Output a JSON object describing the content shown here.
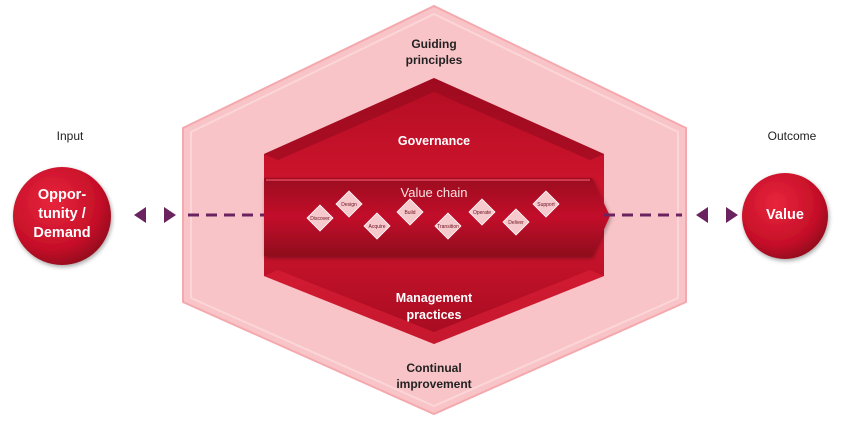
{
  "input": {
    "heading": "Input",
    "circle": [
      "Oppor-",
      "tunity /",
      "Demand"
    ]
  },
  "outcome": {
    "heading": "Outcome",
    "circle": "Value"
  },
  "outer_hexagon": {
    "top": [
      "Guiding",
      "principles"
    ],
    "bottom": [
      "Continual",
      "improvement"
    ]
  },
  "inner_hexagon": {
    "top": "Governance",
    "bottom": [
      "Management",
      "practices"
    ]
  },
  "value_chain": {
    "title": "Value chain",
    "activities": [
      "Discover",
      "Design",
      "Acquire",
      "Build",
      "Transition",
      "Operate",
      "Deliver",
      "Support"
    ]
  },
  "colors": {
    "outer_fill": "#f9c4c7",
    "inner_fill": "#c8102e",
    "band_fill": "#b00c25",
    "arrow_color": "#6b2360",
    "diamond_fill": "#f6c9cc"
  }
}
